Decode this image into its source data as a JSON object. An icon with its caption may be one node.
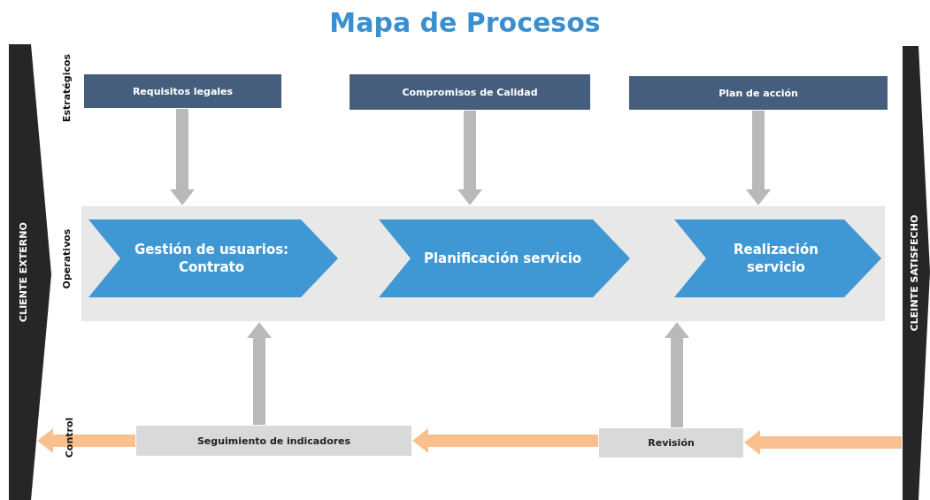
{
  "diagram": {
    "title": "Mapa de Procesos",
    "nodes": [
      {
        "text": [
          "CLIENTE EXTERNO"
        ]
      },
      {
        "text": [
          "CLEINTE SATISFECHO"
        ]
      },
      {
        "text": [
          "Requisitos legales"
        ]
      },
      {
        "text": [
          "Compromisos de Calidad"
        ]
      },
      {
        "text": [
          "Plan de acción"
        ]
      },
      {
        "text": [],
        "shape": "box"
      },
      {
        "text": [
          "Gestión de usuarios: Contrato"
        ],
        "in": 5
      },
      {
        "text": [
          "Planificación servicio"
        ],
        "in": 5
      },
      {
        "text": [
          "Realización servicio"
        ],
        "in": 5
      },
      {
        "text": [
          "Seguimiento de indicadores"
        ]
      },
      {
        "text": [
          "Revisión"
        ]
      }
    ],
    "edges": [
      {
        "from": 2,
        "to": 5,
        "arrow": "to"
      },
      {
        "from": 3,
        "to": 5,
        "arrow": "to"
      },
      {
        "from": 4,
        "to": 5,
        "arrow": "to"
      },
      {
        "from": 9,
        "to": 5,
        "arrow": "to"
      },
      {
        "from": 10,
        "to": 5,
        "arrow": "to"
      },
      {
        "from": 9,
        "to": 0,
        "arrow": "to",
        "color": "#f9c08f"
      },
      {
        "from": 10,
        "to": 9,
        "arrow": "to",
        "color": "#f9c08f"
      },
      {
        "from": 1,
        "to": 10,
        "arrow": "to",
        "color": "#f9c08f"
      }
    ],
    "labels": [
      "Estratégicos",
      "Operativos",
      "Control"
    ]
  }
}
